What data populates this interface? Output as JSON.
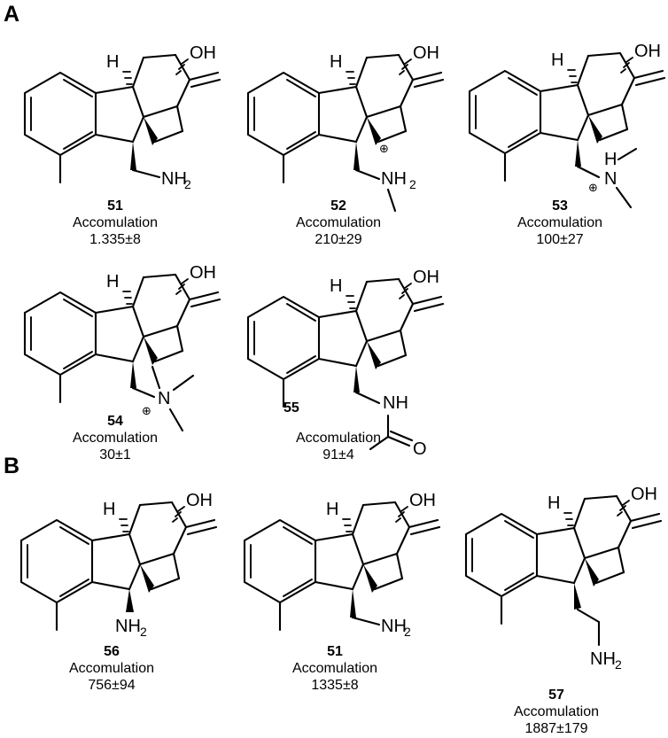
{
  "figure": {
    "panels": [
      {
        "letter": "A"
      },
      {
        "letter": "B"
      }
    ]
  },
  "labels": {
    "accumulation": "Accomulation"
  },
  "compounds": [
    {
      "id": "51a",
      "number": "51",
      "accumulation_label": "Accomulation",
      "accumulation_value": "1.335±8",
      "panel": "A",
      "row": 1,
      "col": 1,
      "substituent": "CH2NH2",
      "substituent_text": "NH",
      "substituent_sub": "2",
      "hydroxyl": "OH",
      "stereo_h": "H",
      "charge": ""
    },
    {
      "id": "52",
      "number": "52",
      "accumulation_label": "Accomulation",
      "accumulation_value": "210±29",
      "panel": "A",
      "row": 1,
      "col": 2,
      "substituent": "CH2-NH2(+)-CH3",
      "substituent_text": "NH",
      "substituent_sub": "2",
      "hydroxyl": "OH",
      "stereo_h": "H",
      "charge": "⊕"
    },
    {
      "id": "53",
      "number": "53",
      "accumulation_label": "Accomulation",
      "accumulation_value": "100±27",
      "panel": "A",
      "row": 1,
      "col": 3,
      "substituent": "CH2-NH(+)(CH3)2",
      "substituent_text": "N",
      "substituent_h": "H",
      "hydroxyl": "OH",
      "stereo_h": "H",
      "charge": "⊕"
    },
    {
      "id": "54",
      "number": "54",
      "accumulation_label": "Accomulation",
      "accumulation_value": "30±1",
      "panel": "A",
      "row": 2,
      "col": 1,
      "substituent": "CH2-N(+)(CH3)3",
      "substituent_text": "N",
      "hydroxyl": "OH",
      "stereo_h": "H",
      "charge": "⊕"
    },
    {
      "id": "55",
      "number": "55",
      "accumulation_label": "Accomulation",
      "accumulation_value": "91±4",
      "panel": "A",
      "row": 2,
      "col": 2,
      "substituent": "CH2-NH-C(=O)CH3",
      "substituent_text": "NH",
      "carbonyl_o": "O",
      "hydroxyl": "OH",
      "stereo_h": "H",
      "charge": ""
    },
    {
      "id": "56",
      "number": "56",
      "accumulation_label": "Accomulation",
      "accumulation_value": "756±94",
      "panel": "B",
      "row": 1,
      "col": 1,
      "substituent": "NH2",
      "substituent_text": "NH",
      "substituent_sub": "2",
      "hydroxyl": "OH",
      "stereo_h": "H",
      "charge": ""
    },
    {
      "id": "51b",
      "number": "51",
      "accumulation_label": "Accomulation",
      "accumulation_value": "1335±8",
      "panel": "B",
      "row": 1,
      "col": 2,
      "substituent": "CH2NH2",
      "substituent_text": "NH",
      "substituent_sub": "2",
      "hydroxyl": "OH",
      "stereo_h": "H",
      "charge": ""
    },
    {
      "id": "57",
      "number": "57",
      "accumulation_label": "Accomulation",
      "accumulation_value": "1887±179",
      "panel": "B",
      "row": 1,
      "col": 3,
      "substituent": "CH2CH2NH2",
      "substituent_text": "NH",
      "substituent_sub": "2",
      "hydroxyl": "OH",
      "stereo_h": "H",
      "charge": ""
    }
  ]
}
